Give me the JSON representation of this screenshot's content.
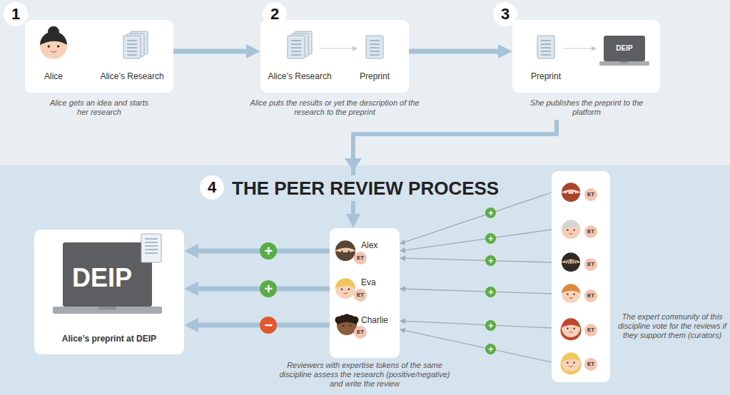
{
  "diagram": {
    "title": "THE PEER REVIEW PROCESS",
    "nodes": [
      {
        "text": [
          "Alice",
          "Alice’s Research",
          "Alice gets an idea and starts her research"
        ]
      },
      {
        "text": [
          "Alice’s Research",
          "Preprint",
          "Alice puts the results or yet the description of the research to the preprint"
        ]
      },
      {
        "text": [
          "Preprint",
          "DEIP",
          "She publishes the preprint to the platform"
        ]
      },
      {
        "text": [
          "DEIP",
          "Alice’s preprint at DEIP"
        ]
      },
      {
        "text": [
          "Reviewers with expertise tokens of the same discipline assess the research (positive/negative) and write the review"
        ]
      },
      {
        "text": [
          "Alex",
          "ET"
        ],
        "in": 4
      },
      {
        "text": [
          "Eva",
          "ET"
        ],
        "in": 4
      },
      {
        "text": [
          "Charlie",
          "ET"
        ],
        "in": 4
      },
      {
        "text": [
          "The expert community of this discipline vote for the reviews if they support them (curators)"
        ]
      },
      {
        "text": [
          "ET"
        ],
        "in": 8
      },
      {
        "text": [
          "ET"
        ],
        "in": 8
      },
      {
        "text": [
          "ET"
        ],
        "in": 8
      },
      {
        "text": [
          "ET"
        ],
        "in": 8
      },
      {
        "text": [
          "ET"
        ],
        "in": 8
      },
      {
        "text": [
          "ET"
        ],
        "in": 8
      }
    ],
    "edges": [
      {
        "from": 0,
        "to": 1,
        "arrow": "to"
      },
      {
        "from": 1,
        "to": 2,
        "arrow": "to"
      },
      {
        "from": 2,
        "to": 4,
        "arrow": "to"
      },
      {
        "from": 5,
        "to": 3,
        "label": "+",
        "arrow": "to"
      },
      {
        "from": 6,
        "to": 3,
        "label": "+",
        "arrow": "to"
      },
      {
        "from": 7,
        "to": 3,
        "label": "−",
        "arrow": "to"
      },
      {
        "from": 9,
        "to": 5,
        "label": "+",
        "arrow": "to"
      },
      {
        "from": 10,
        "to": 5,
        "label": "+",
        "arrow": "to"
      },
      {
        "from": 11,
        "to": 5,
        "label": "+",
        "arrow": "to"
      },
      {
        "from": 12,
        "to": 6,
        "label": "+",
        "arrow": "to"
      },
      {
        "from": 13,
        "to": 7,
        "label": "+",
        "arrow": "to"
      },
      {
        "from": 14,
        "to": 7,
        "label": "+",
        "arrow": "to"
      }
    ],
    "labels": [
      "1",
      "2",
      "3",
      "4"
    ]
  }
}
